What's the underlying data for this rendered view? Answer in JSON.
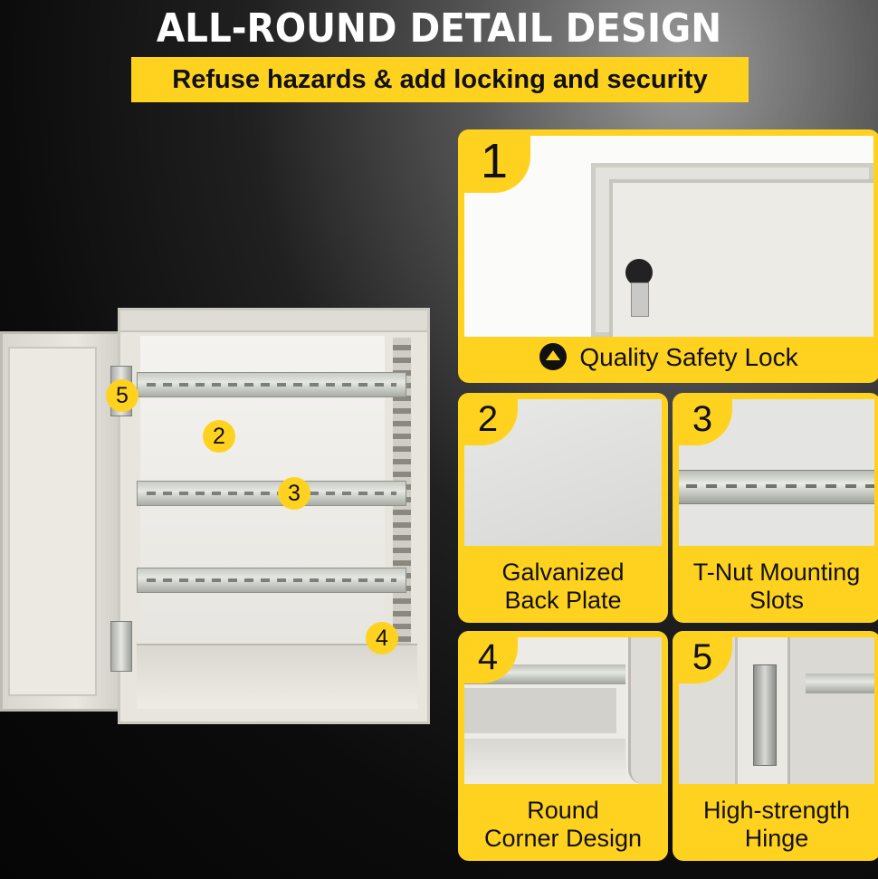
{
  "headline": "ALL-ROUND DETAIL DESIGN",
  "subheadline": "Refuse hazards & add locking and security",
  "cabinet_markers": [
    "5",
    "2",
    "3",
    "4"
  ],
  "panels": [
    {
      "number": "1",
      "caption": "Quality Safety Lock",
      "icon": "triangle-up-icon"
    },
    {
      "number": "2",
      "caption": "Galvanized\nBack Plate"
    },
    {
      "number": "3",
      "caption": "T-Nut Mounting\nSlots"
    },
    {
      "number": "4",
      "caption": "Round\nCorner Design"
    },
    {
      "number": "5",
      "caption": "High-strength\nHinge"
    }
  ],
  "colors": {
    "accent": "#ffd21f",
    "text_dark": "#111111",
    "headline": "#ffffff"
  }
}
